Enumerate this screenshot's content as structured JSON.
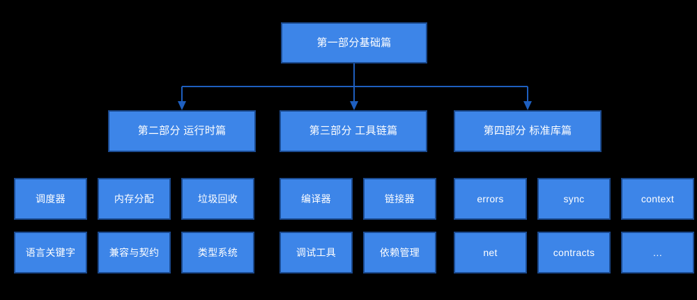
{
  "diagram": {
    "type": "hierarchy-tree",
    "background_color": "#000000",
    "node_fill_color": "#3d85e8",
    "node_border_color": "#1b4a8f",
    "node_text_color": "#ffffff",
    "connector_color": "#1e5fbf",
    "root": {
      "label": "第一部分基础篇"
    },
    "sections": [
      {
        "label": "第二部分 运行时篇",
        "leaves_row1": [
          "调度器",
          "内存分配",
          "垃圾回收"
        ],
        "leaves_row2": [
          "语言关键字",
          "兼容与契约",
          "类型系统"
        ]
      },
      {
        "label": "第三部分 工具链篇",
        "leaves_row1": [
          "编译器",
          "链接器"
        ],
        "leaves_row2": [
          "调试工具",
          "依赖管理"
        ]
      },
      {
        "label": "第四部分 标准库篇",
        "leaves_row1": [
          "errors",
          "sync",
          "context"
        ],
        "leaves_row2": [
          "net",
          "contracts",
          "…"
        ]
      }
    ],
    "leaf_columns_x": [
      20,
      140,
      260,
      401,
      521,
      651,
      771,
      891
    ]
  }
}
